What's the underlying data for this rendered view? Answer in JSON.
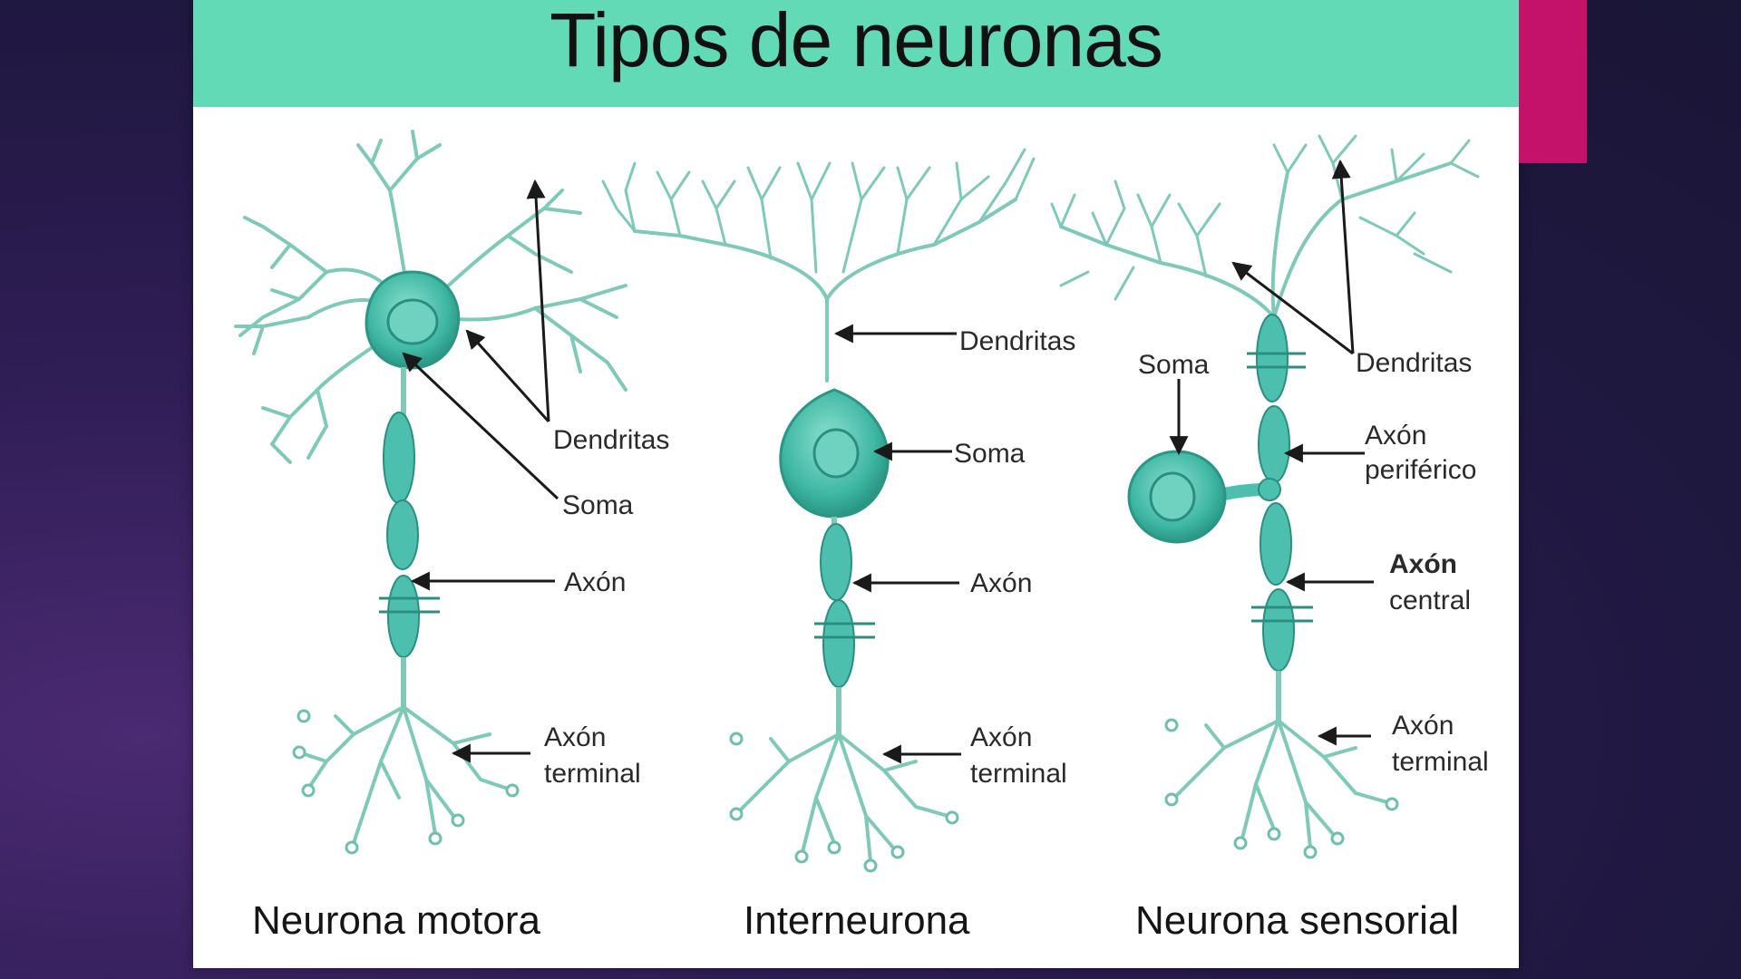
{
  "slide": {
    "title": "Tipos de neuronas",
    "colors": {
      "header": "#62dab6",
      "accent": "#c4116a",
      "neuron": "#4dbfae",
      "background": "#2f1d55"
    }
  },
  "motor": {
    "caption": "Neurona motora",
    "dendritas": "Dendritas",
    "soma": "Soma",
    "axon": "Axón",
    "terminal_1": "Axón",
    "terminal_2": "terminal"
  },
  "inter": {
    "caption": "Interneurona",
    "dendritas": "Dendritas",
    "soma": "Soma",
    "axon": "Axón",
    "terminal_1": "Axón",
    "terminal_2": "terminal"
  },
  "sensory": {
    "caption": "Neurona sensorial",
    "soma": "Soma",
    "dendritas": "Dendritas",
    "peripheral_1": "Axón",
    "peripheral_2": "periférico",
    "central_1": "Axón",
    "central_2": "central",
    "terminal_1": "Axón",
    "terminal_2": "terminal"
  }
}
